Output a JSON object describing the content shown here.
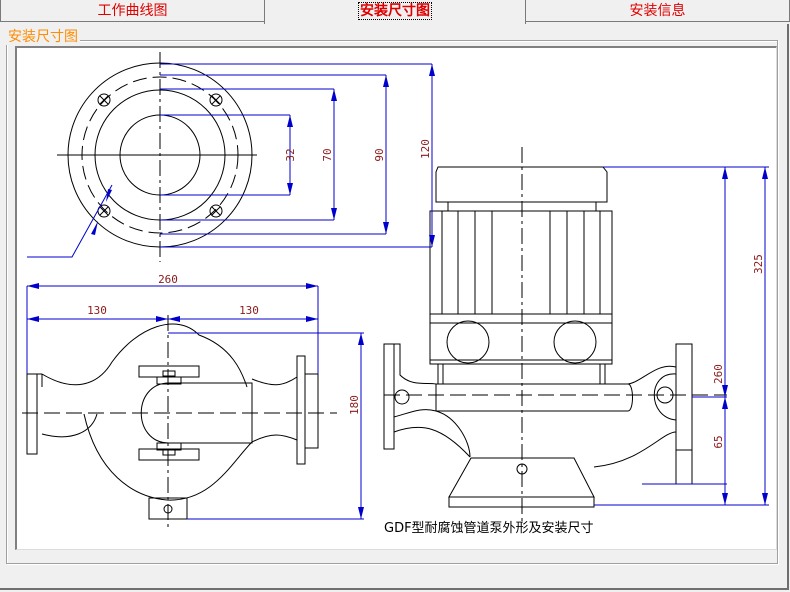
{
  "tabs": [
    {
      "label": "工作曲线图",
      "active": false
    },
    {
      "label": "安装尺寸图",
      "active": true
    },
    {
      "label": "安装信息",
      "active": false
    }
  ],
  "group": {
    "title": "安装尺寸图"
  },
  "drawing": {
    "caption": "GDF型耐腐蚀管道泵外形及安装尺寸",
    "flange_dimensions": {
      "d1": "32",
      "d2": "70",
      "d3": "90",
      "d4": "120"
    },
    "plan_dimensions": {
      "overall_length": "260",
      "half_left": "130",
      "half_right": "130",
      "height": "180"
    },
    "elevation_dimensions": {
      "total_height": "325",
      "upper": "260",
      "lower": "65"
    },
    "colors": {
      "drawing": "#000000",
      "dimension_line": "#0000cc",
      "dimension_text": "#8b1a1a",
      "tab_text": "#e00000",
      "group_title": "#ff8c00"
    }
  }
}
